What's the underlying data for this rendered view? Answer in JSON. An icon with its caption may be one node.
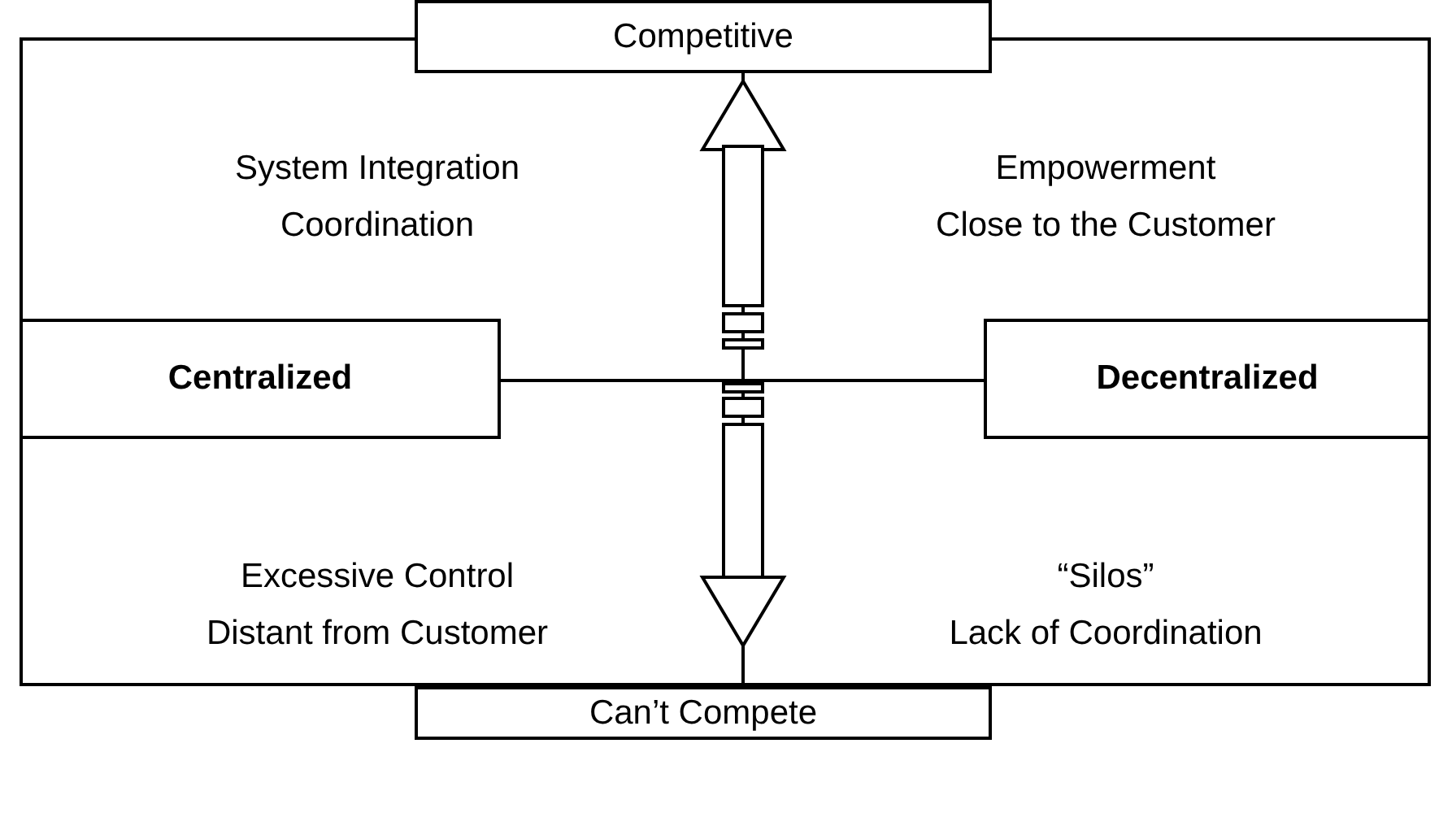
{
  "diagram": {
    "nodes": [
      {
        "text": [],
        "shape": "box"
      },
      {
        "text": [
          "Competitive"
        ]
      },
      {
        "text": [
          "Centralized"
        ],
        "in": 0
      },
      {
        "text": [
          "Decentralized"
        ],
        "in": 0
      },
      {
        "text": [
          "Can’t Compete"
        ]
      }
    ],
    "edges": [
      {
        "from": 4,
        "to": 1,
        "arrow": "both"
      },
      {
        "from": 2,
        "to": 3,
        "arrow": "none"
      }
    ],
    "labels": [
      "System Integration",
      "Coordination",
      "Empowerment",
      "Close to the Customer",
      "Excessive Control",
      "Distant from Customer",
      "“Silos”",
      "Lack of Coordination"
    ]
  }
}
